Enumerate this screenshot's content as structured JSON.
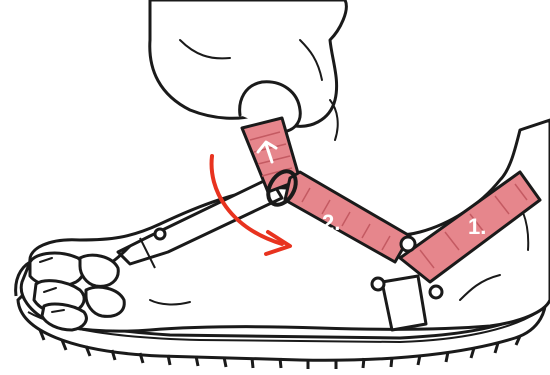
{
  "illustration": {
    "subject": "sandal-strap-adjustment",
    "step_labels": [
      {
        "id": "strap-1",
        "text": "1."
      },
      {
        "id": "strap-2",
        "text": "2."
      }
    ],
    "icons": {
      "direction_arrow": "curved-arrow-icon",
      "pull_arrow": "up-arrow-icon"
    },
    "colors": {
      "ink": "#1a1a1a",
      "strap": "#e6868c",
      "strap_dark": "#c45a62",
      "arrow": "#e8331f",
      "paper": "#ffffff"
    }
  }
}
